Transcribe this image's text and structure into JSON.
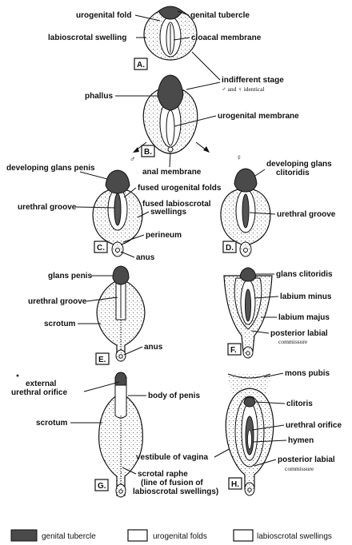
{
  "stages": {
    "A": "A.",
    "B": "B.",
    "C": "C.",
    "D": "D.",
    "E": "E.",
    "F": "F.",
    "G": "G.",
    "H": "H."
  },
  "labels": {
    "a_urogenital_fold": "urogenital fold",
    "a_genital_tubercle": "genital tubercle",
    "a_labioscrotal_swelling": "labioscrotal swelling",
    "a_cloacal_membrane": "cloacal membrane",
    "b_indifferent_stage": "indifferent stage",
    "b_identical": "♂ and ♀ identical",
    "b_phallus": "phallus",
    "b_urogenital_membrane": "urogenital membrane",
    "b_anal_membrane": "anal membrane",
    "male_symbol": "♂",
    "female_symbol": "♀",
    "c_developing_glans_penis": "developing glans penis",
    "c_fused_urogenital_folds": "fused urogenital folds",
    "c_urethral_groove": "urethral groove",
    "c_fused_labioscrotal_1": "fused labioscrotal",
    "c_fused_labioscrotal_2": "swellings",
    "c_perineum": "perineum",
    "c_anus": "anus",
    "d_developing_glans_1": "developing glans",
    "d_developing_glans_2": "clitoridis",
    "d_urethral_groove": "urethral groove",
    "e_glans_penis": "glans penis",
    "e_urethral_groove": "urethral groove",
    "e_scrotum": "scrotum",
    "e_anus": "anus",
    "f_glans_clitoridis": "glans clitoridis",
    "f_labium_minus": "labium minus",
    "f_labium_majus": "labium majus",
    "f_posterior_labial_1": "posterior labial",
    "f_posterior_labial_2": "commissure",
    "g_external_1": "external",
    "g_external_2": "urethral orifice",
    "g_body_of_penis": "body of penis",
    "g_scrotum": "scrotum",
    "g_vestibule": "vestibule of vagina",
    "g_scrotal_raphe": "scrotal raphe",
    "g_line_1": "(line of fusion of",
    "g_line_2": "labioscrotal swellings)",
    "h_mons_pubis": "mons pubis",
    "h_clitoris": "clitoris",
    "h_urethral_orifice": "urethral orifice",
    "h_hymen": "hymen",
    "h_posterior_labial_1": "posterior labial",
    "h_posterior_labial_2": "commissure"
  },
  "legend": {
    "genital_tubercle": "genital tubercle",
    "urogenital_folds": "urogenital folds",
    "labioscrotal_swellings": "labioscrotal swellings"
  },
  "colors": {
    "genital_tubercle": "#4a4a4a",
    "urogenital_folds": "#ffffff",
    "labioscrotal_swellings": "#ffffff",
    "ink": "#111111"
  }
}
